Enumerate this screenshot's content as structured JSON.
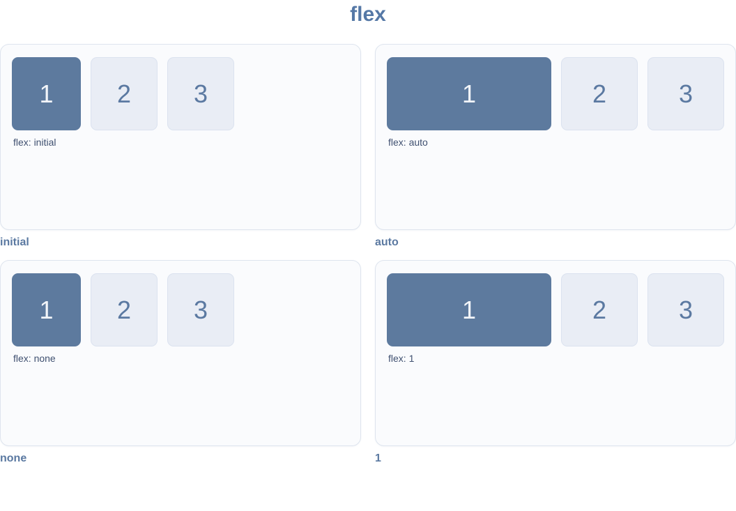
{
  "title": "flex",
  "colors": {
    "title_text": "#5578a6",
    "card_background": "#fafbfd",
    "card_border": "#dee4ee",
    "box_primary_background": "#5d7a9e",
    "box_primary_text": "#f2f5f9",
    "box_secondary_background": "#e9edf5",
    "box_secondary_border": "#dbe2ef",
    "box_secondary_text": "#5b79a1",
    "flex_label_text": "#3f5070",
    "caption_text": "#5b79a1"
  },
  "panels": [
    {
      "caption": "initial",
      "flex_label": "flex: initial",
      "variant": "static",
      "boxes": [
        "1",
        "2",
        "3"
      ]
    },
    {
      "caption": "auto",
      "flex_label": "flex: auto",
      "variant": "grow",
      "boxes": [
        "1",
        "2",
        "3"
      ]
    },
    {
      "caption": "none",
      "flex_label": "flex: none",
      "variant": "static",
      "boxes": [
        "1",
        "2",
        "3"
      ]
    },
    {
      "caption": "1",
      "flex_label": "flex: 1",
      "variant": "grow",
      "boxes": [
        "1",
        "2",
        "3"
      ]
    }
  ]
}
